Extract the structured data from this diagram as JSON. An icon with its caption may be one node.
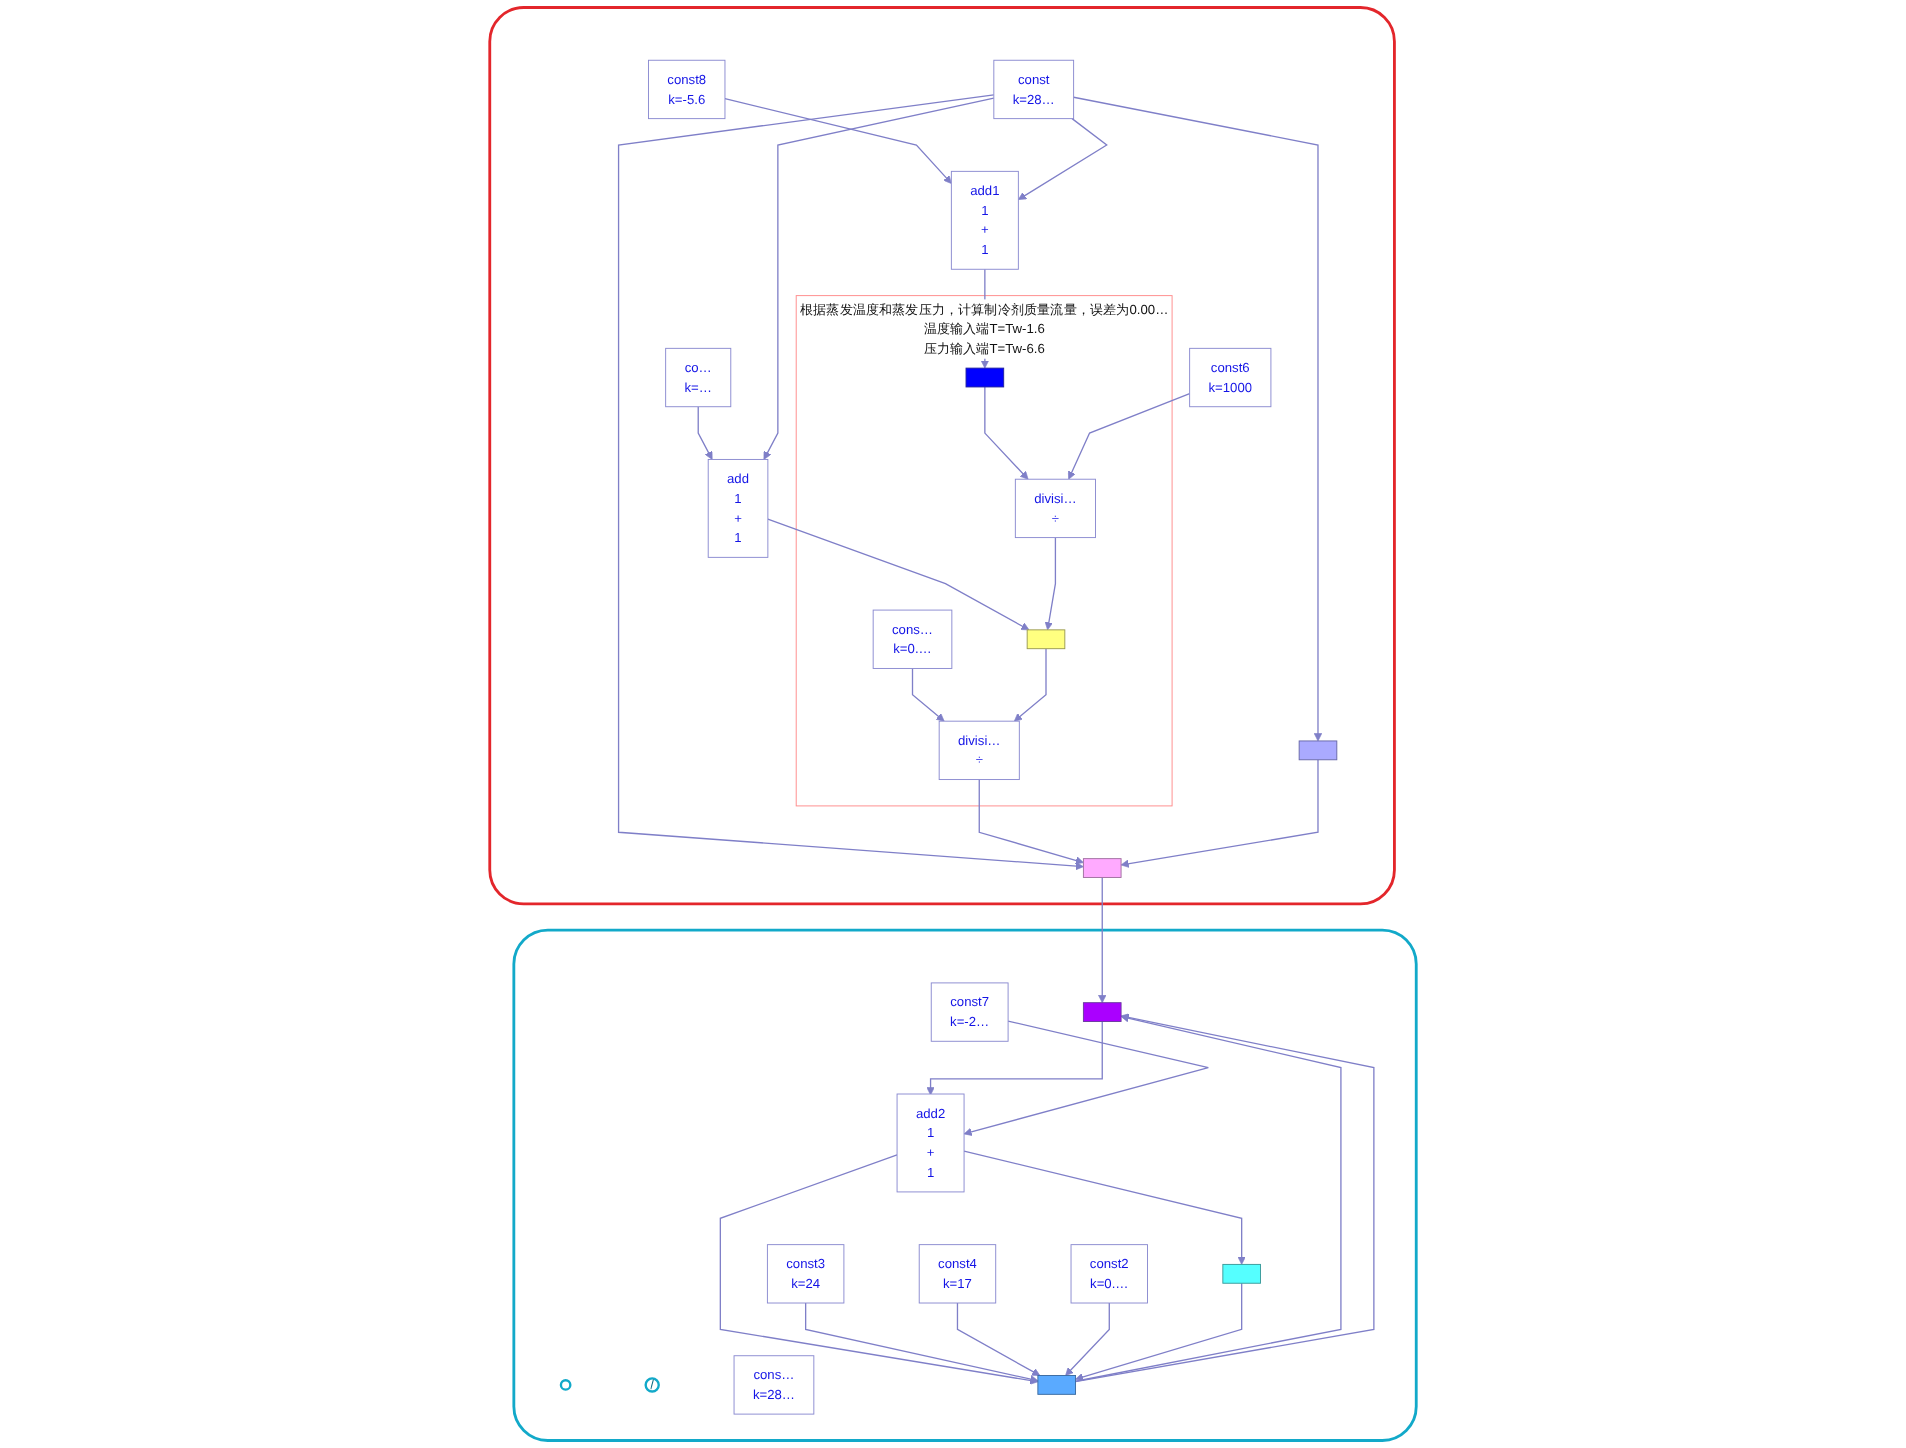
{
  "diagram": {
    "nodes": [
      {
        "text": [],
        "shape": "loop"
      },
      {
        "text": [
          "const8",
          "k=-5.6"
        ],
        "in": 0
      },
      {
        "text": [
          "add1",
          "1",
          "+",
          "1"
        ],
        "in": 0
      },
      {
        "text": [
          "const",
          "k=28…"
        ],
        "in": 0
      },
      {
        "text": [
          "add",
          "1",
          "+",
          "1"
        ],
        "in": 0
      },
      {
        "text": [
          "co…",
          "k=…"
        ],
        "in": 0
      },
      {
        "text": [],
        "shape": "box",
        "in": 0
      },
      {
        "text": [],
        "shape": "box",
        "in": 0
      },
      {
        "text": [
          "根据蒸发温度和蒸发压力，计算制冷剂质量流量，误差为0.00…",
          "温度输入端T=Tw-1.6",
          "压力输入端T=Tw-6.6"
        ],
        "in": 0
      },
      {
        "text": [
          "cons…",
          "k=0.…"
        ],
        "in": 8
      },
      {
        "text": [
          "divisi…",
          "÷"
        ],
        "in": 8
      },
      {
        "text": [],
        "shape": "box",
        "in": 8
      },
      {
        "text": [],
        "shape": "box",
        "in": 8
      },
      {
        "text": [
          "divisi…",
          "÷"
        ],
        "in": 8
      },
      {
        "text": [
          "const6",
          "k=1000"
        ],
        "in": 0
      },
      {
        "text": [],
        "shape": "loop"
      },
      {
        "text": [],
        "shape": "box",
        "in": 15
      },
      {
        "text": [],
        "shape": "circle",
        "in": 15
      },
      {
        "text": [
          "/"
        ],
        "in": 15
      },
      {
        "text": [
          "cons…",
          "k=28…"
        ],
        "in": 15
      },
      {
        "text": [
          "add2",
          "1",
          "+",
          "1"
        ],
        "in": 15
      },
      {
        "text": [
          "const7",
          "k=-2…"
        ],
        "in": 15
      },
      {
        "text": [],
        "shape": "box",
        "in": 15
      },
      {
        "text": [
          "const3",
          "k=24"
        ],
        "in": 15
      },
      {
        "text": [
          "const4",
          "k=17"
        ],
        "in": 15
      },
      {
        "text": [],
        "shape": "box",
        "in": 15
      },
      {
        "text": [
          "const2",
          "k=0.…"
        ],
        "in": 15
      }
    ],
    "edges": [
      {
        "from": 1,
        "to": 2,
        "arrow": "to"
      },
      {
        "from": 3,
        "to": 2,
        "arrow": "to"
      },
      {
        "from": 5,
        "to": 4,
        "arrow": "to"
      },
      {
        "from": 3,
        "to": 4,
        "arrow": "to"
      },
      {
        "from": 3,
        "to": 6,
        "arrow": "to"
      },
      {
        "from": 3,
        "to": 7,
        "arrow": "to"
      },
      {
        "from": 2,
        "to": 12,
        "arrow": "to"
      },
      {
        "from": 4,
        "to": 11,
        "arrow": "to"
      },
      {
        "from": 9,
        "to": 10,
        "arrow": "to"
      },
      {
        "from": 11,
        "to": 10,
        "arrow": "to"
      },
      {
        "from": 10,
        "to": 7,
        "arrow": "to"
      },
      {
        "from": 6,
        "to": 7,
        "arrow": "to"
      },
      {
        "from": 7,
        "to": 16,
        "arrow": "to"
      },
      {
        "from": 12,
        "to": 13,
        "arrow": "to"
      },
      {
        "from": 14,
        "to": 13,
        "arrow": "to"
      },
      {
        "from": 13,
        "to": 11,
        "arrow": "to"
      },
      {
        "from": 16,
        "to": 20,
        "arrow": "to"
      },
      {
        "from": 21,
        "to": 20,
        "arrow": "to"
      },
      {
        "from": 20,
        "to": 22,
        "arrow": "to"
      },
      {
        "from": 20,
        "to": 25,
        "arrow": "to"
      },
      {
        "from": 23,
        "to": 25,
        "arrow": "to"
      },
      {
        "from": 24,
        "to": 25,
        "arrow": "to"
      },
      {
        "from": 26,
        "to": 25,
        "arrow": "to"
      },
      {
        "from": 22,
        "to": 25,
        "arrow": "to"
      },
      {
        "from": 25,
        "to": 16,
        "arrow": "to"
      },
      {
        "from": 25,
        "to": 16,
        "arrow": "to"
      }
    ]
  }
}
